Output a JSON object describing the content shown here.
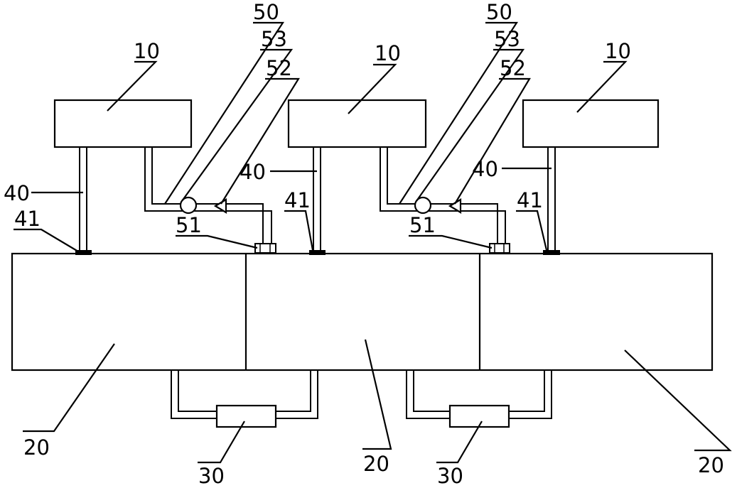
{
  "labels": {
    "module": "10",
    "base": "20",
    "unit_30": "30",
    "rod": "40",
    "rod_foot": "41",
    "pipe": "50",
    "connector": "51",
    "valve": "52",
    "meter": "53"
  }
}
